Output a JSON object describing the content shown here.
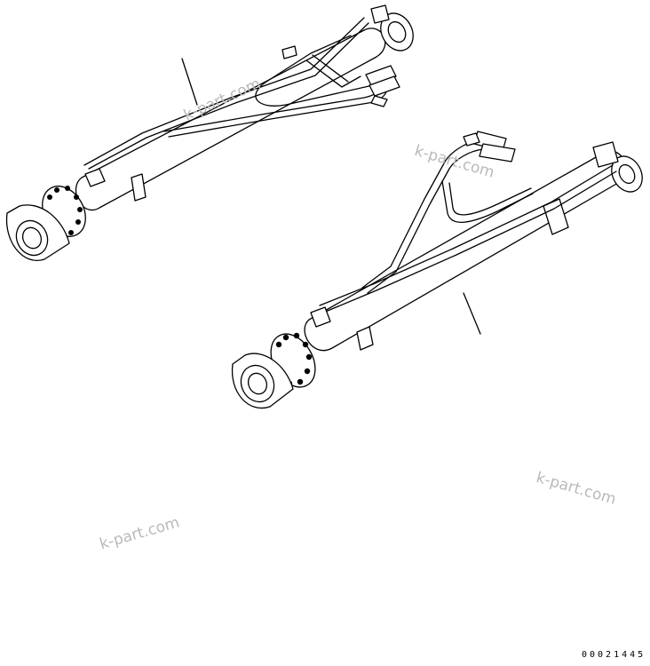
{
  "watermarks": [
    "k-part.com",
    "k-part.com",
    "k-part.com",
    "k-part.com"
  ],
  "drawing_code": "00021445",
  "colors": {
    "line": "#000000",
    "watermark": "#b9b9b9",
    "background": "#ffffff"
  }
}
